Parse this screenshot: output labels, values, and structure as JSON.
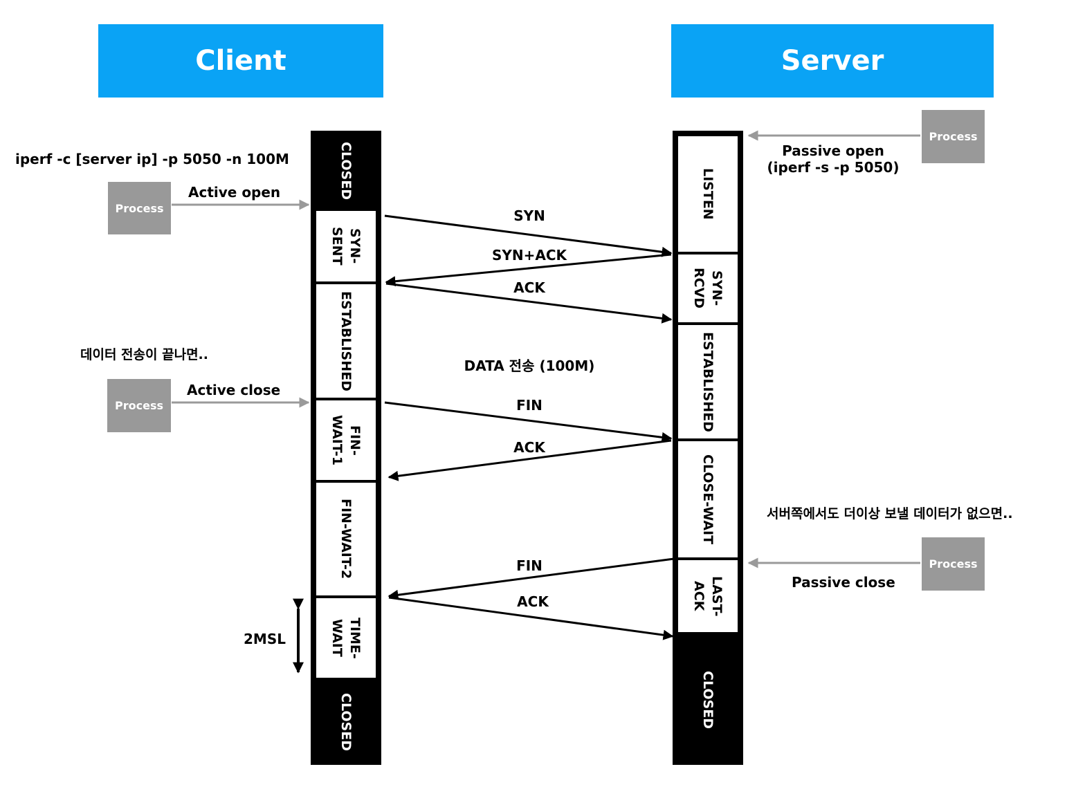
{
  "client": {
    "title": "Client",
    "command": "iperf -c [server ip] -p 5050 -n 100M",
    "open_process": "Process",
    "active_open": "Active open",
    "close_note": "데이터 전송이 끝나면..",
    "close_process": "Process",
    "active_close": "Active close",
    "msl": "2MSL",
    "states": [
      "CLOSED",
      "SYN-\nSENT",
      "ESTABLISHED",
      "FIN-\nWAIT-1",
      "FIN-WAIT-2",
      "TIME-\nWAIT",
      "CLOSED"
    ]
  },
  "server": {
    "title": "Server",
    "open_process": "Process",
    "passive_open": "Passive open",
    "passive_open_cmd": "(iperf -s -p 5050)",
    "close_note": "서버쪽에서도 더이상 보낼 데이터가 없으면..",
    "close_process": "Process",
    "passive_close": "Passive close",
    "states": [
      "LISTEN",
      "SYN-\nRCVD",
      "ESTABLISHED",
      "CLOSE-WAIT",
      "LAST-\nACK",
      "CLOSED"
    ]
  },
  "messages": {
    "syn": "SYN",
    "syn_ack": "SYN+ACK",
    "ack1": "ACK",
    "data": "DATA 전송 (100M)",
    "fin1": "FIN",
    "ack2": "ACK",
    "fin2": "FIN",
    "ack3": "ACK"
  },
  "colors": {
    "header": "#0aa3f5",
    "process": "#999999",
    "gray_arrow": "#9a9a9a"
  }
}
